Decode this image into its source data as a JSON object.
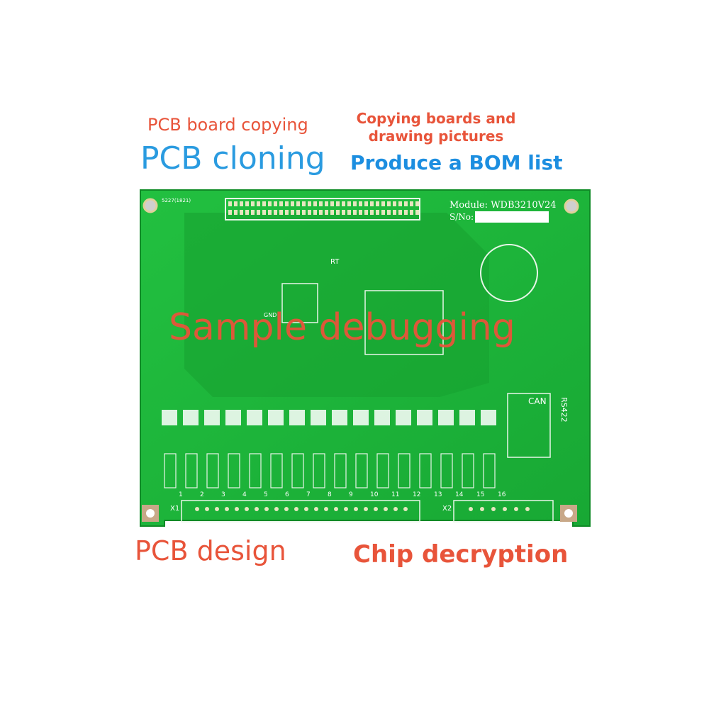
{
  "labels": {
    "pcb_board_copying": "PCB board copying",
    "pcb_cloning": "PCB cloning",
    "copying_boards": "Copying boards and drawing pictures",
    "bom": "Produce a BOM list",
    "sample_debugging": "Sample debugging",
    "pcb_design": "PCB design",
    "chip_decryption": "Chip decryption"
  },
  "board": {
    "module": "Module: WDB3210V24",
    "sn": "S/No:",
    "can": "CAN",
    "rs422": "RS422",
    "x1": "X1",
    "x2": "X2",
    "rt": "RT",
    "gnd": "GND",
    "code": "5227(1821)",
    "channels": [
      "1",
      "2",
      "3",
      "4",
      "5",
      "6",
      "7",
      "8",
      "9",
      "10",
      "11",
      "12",
      "13",
      "14",
      "15",
      "16"
    ]
  },
  "colors": {
    "board": "#1fb83a",
    "board_dark": "#169a2e",
    "silk": "#e8f5e8",
    "text_red": "#e8543a",
    "text_blue": "#2a9be0"
  }
}
